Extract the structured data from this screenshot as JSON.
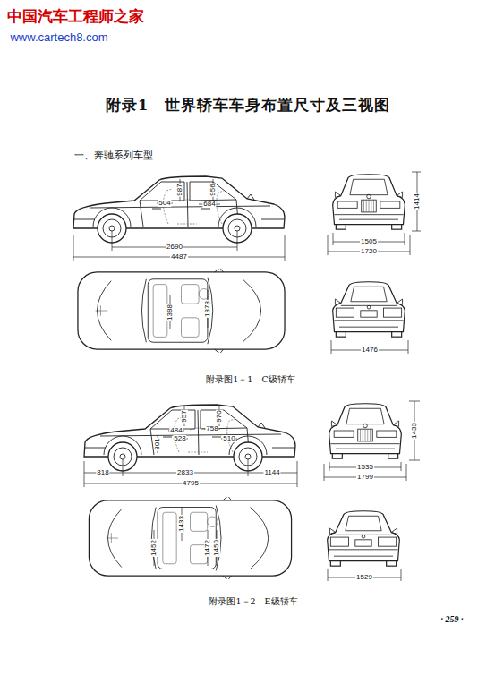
{
  "diagram": {
    "title": "附录1　世界轿车车身布置尺寸及三视图",
    "labels": [
      "中国汽车工程师之家",
      "www.cartech8.com",
      "一、奔驰系列车型",
      "504",
      "987",
      "956",
      "684",
      "2690",
      "4487",
      "1414",
      "1505",
      "1720",
      "1388",
      "1378",
      "1476",
      "附录图1－1　C级轿车",
      "484",
      "957",
      "970",
      "758",
      "528",
      "510",
      "301",
      "818",
      "2833",
      "1144",
      "4795",
      "1433",
      "1535",
      "1799",
      "1452",
      "1433",
      "1472",
      "1450",
      "1529",
      "附录图1－2　E级轿车",
      "· 259 ·"
    ]
  }
}
